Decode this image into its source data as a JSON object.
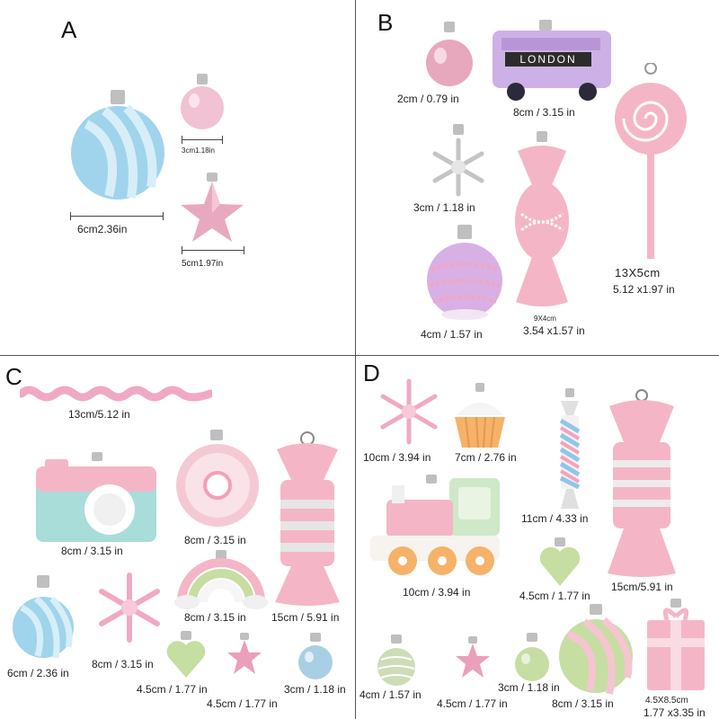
{
  "quadrants": {
    "a": {
      "label": "A",
      "items": {
        "blue_ball": {
          "name": "blue-striped-ball-icon",
          "size": "6cm2.36in"
        },
        "pink_ball": {
          "name": "pink-ball-icon",
          "size": "3cm1.18in"
        },
        "pink_star": {
          "name": "pink-star-icon",
          "size": "5cm1.97in"
        }
      }
    },
    "b": {
      "label": "B",
      "items": {
        "pink_ball": {
          "name": "pink-ball-icon",
          "size": "2cm / 0.79 in"
        },
        "bus": {
          "name": "london-bus-icon",
          "size": "8cm / 3.15 in",
          "text": "LONDON"
        },
        "lollipop": {
          "name": "lollipop-icon",
          "size_line1": "13X5cm",
          "size_line2": "5.12 x1.97 in"
        },
        "snowflake": {
          "name": "silver-snowflake-icon",
          "size": "3cm / 1.18 in"
        },
        "candy": {
          "name": "pink-candy-icon",
          "size_line1": "9X4cm",
          "size_line2": "3.54 x1.57 in"
        },
        "purple_ball": {
          "name": "purple-glitter-ball-icon",
          "size": "4cm / 1.57 in"
        }
      }
    },
    "c": {
      "label": "C",
      "items": {
        "icicle": {
          "name": "pink-icicle-icon",
          "size": "13cm/5.12 in"
        },
        "camera": {
          "name": "camera-icon",
          "size": "8cm / 3.15 in"
        },
        "donut": {
          "name": "donut-icon",
          "size": "8cm / 3.15 in"
        },
        "candy": {
          "name": "pink-candy-icon",
          "size": "15cm / 5.91 in"
        },
        "rainbow": {
          "name": "rainbow-icon",
          "size": "8cm / 3.15 in"
        },
        "blue_ball": {
          "name": "blue-striped-ball-icon",
          "size": "6cm / 2.36 in"
        },
        "snowflake": {
          "name": "pink-snowflake-icon",
          "size": "8cm / 3.15 in"
        },
        "heart": {
          "name": "green-heart-icon",
          "size": "4.5cm / 1.77 in"
        },
        "star": {
          "name": "pink-star-icon",
          "size": "4.5cm / 1.77 in"
        },
        "small_ball": {
          "name": "blue-ball-icon",
          "size": "3cm / 1.18 in"
        }
      }
    },
    "d": {
      "label": "D",
      "items": {
        "snowflake": {
          "name": "pink-snowflake-icon",
          "size": "10cm / 3.94 in"
        },
        "cupcake": {
          "name": "cupcake-icon",
          "size": "7cm / 2.76 in"
        },
        "train": {
          "name": "train-icon",
          "size": "10cm / 3.94 in"
        },
        "candy_stick": {
          "name": "candy-stick-icon",
          "size": "11cm / 4.33 in"
        },
        "big_candy": {
          "name": "pink-candy-icon",
          "size": "15cm/5.91 in"
        },
        "heart": {
          "name": "green-heart-icon",
          "size": "4.5cm / 1.77 in"
        },
        "green_ball": {
          "name": "green-ball-icon",
          "size": "4cm / 1.57 in"
        },
        "star": {
          "name": "pink-star-icon",
          "size": "4.5cm / 1.77 in"
        },
        "small_green_ball": {
          "name": "green-ball-icon",
          "size": "3cm / 1.18 in"
        },
        "striped_ball": {
          "name": "green-striped-ball-icon",
          "size": "8cm / 3.15 in"
        },
        "gift": {
          "name": "gift-box-icon",
          "size_line1": "4.5X8.5cm",
          "size_line2": "1.77 x3.35 in"
        }
      }
    }
  },
  "colors": {
    "pink": "#f4b6c6",
    "pink_dark": "#e58fa6",
    "blue": "#9fd4ec",
    "green": "#c6dea2",
    "lilac": "#d8a9e0",
    "silver": "#c9c9c9"
  }
}
